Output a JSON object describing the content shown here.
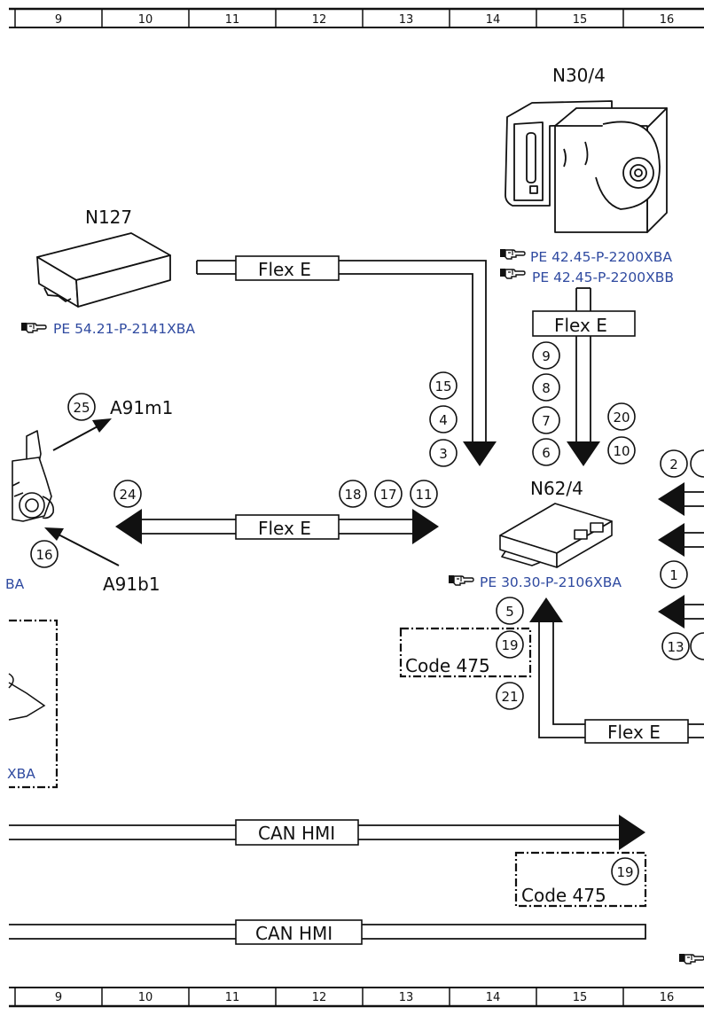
{
  "columns": [
    "9",
    "10",
    "11",
    "12",
    "13",
    "14",
    "15",
    "16"
  ],
  "components": {
    "n30_4": "N30/4",
    "n127": "N127",
    "n62_4": "N62/4",
    "a91m1": "A91m1",
    "a91b1": "A91b1"
  },
  "references": {
    "n30_4_ref_1": "PE 42.45-P-2200XBA",
    "n30_4_ref_2": "PE 42.45-P-2200XBB",
    "n127_ref": "PE 54.21-P-2141XBA",
    "n62_4_ref": "PE 30.30-P-2106XBA",
    "left_ref_1": "BA",
    "left_ref_2": "XBA"
  },
  "bus_labels": {
    "flex_e_top": "Flex E",
    "flex_e_vertical": "Flex E",
    "flex_e_middle": "Flex E",
    "flex_e_bottom": "Flex E",
    "can_hmi_1": "CAN HMI",
    "can_hmi_2": "CAN HMI"
  },
  "codes": {
    "code_1": "Code 475",
    "code_2": "Code 475"
  },
  "markers": {
    "m15": "15",
    "m4": "4",
    "m3": "3",
    "m9": "9",
    "m8": "8",
    "m7": "7",
    "m6": "6",
    "m20": "20",
    "m10": "10",
    "m2": "2",
    "m1": "1",
    "m13": "13",
    "m25": "25",
    "m24": "24",
    "m16": "16",
    "m18": "18",
    "m17": "17",
    "m11": "11",
    "m5": "5",
    "m19a": "19",
    "m21": "21",
    "m19b": "19"
  },
  "icon_names": [
    "pointing-hand-icon"
  ]
}
